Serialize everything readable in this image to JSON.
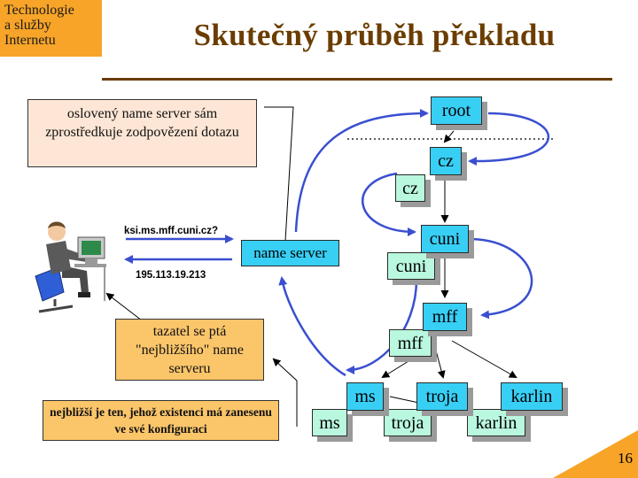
{
  "badge": {
    "lines": [
      "Technologie",
      "a služby",
      "Internetu"
    ]
  },
  "title": "Skutečný průběh překladu",
  "notes": {
    "top": "oslovený name server sám zprostředkuje zodpovězení dotazu",
    "middle": "tazatel se ptá \"nejbližšího\" name serveru",
    "bottom": "nejbližší je ten, jehož existenci má zanesenu ve své konfiguraci"
  },
  "query": {
    "request": "ksi.ms.mff.cuni.cz?",
    "answer": "195.113.19.213"
  },
  "nodes": {
    "name_server": "name server",
    "root": "root",
    "cz_upper": "cz",
    "cz_lower": "cz",
    "cuni_upper": "cuni",
    "cuni_lower": "cuni",
    "mff_upper": "mff",
    "mff_lower": "mff",
    "ms_upper": "ms",
    "ms_lower": "ms",
    "troja_upper": "troja",
    "troja_lower": "troja",
    "karlin_upper": "karlin",
    "karlin_lower": "karlin"
  },
  "colors": {
    "badge": "#f7a428",
    "title": "#6b3d00",
    "node_blue": "#38cff5",
    "node_mint": "#b9f7de",
    "note_peach": "#fde6d5",
    "note_orange": "#fbc56a",
    "arrow_blue": "#3a4fd0"
  },
  "page_number": "16"
}
